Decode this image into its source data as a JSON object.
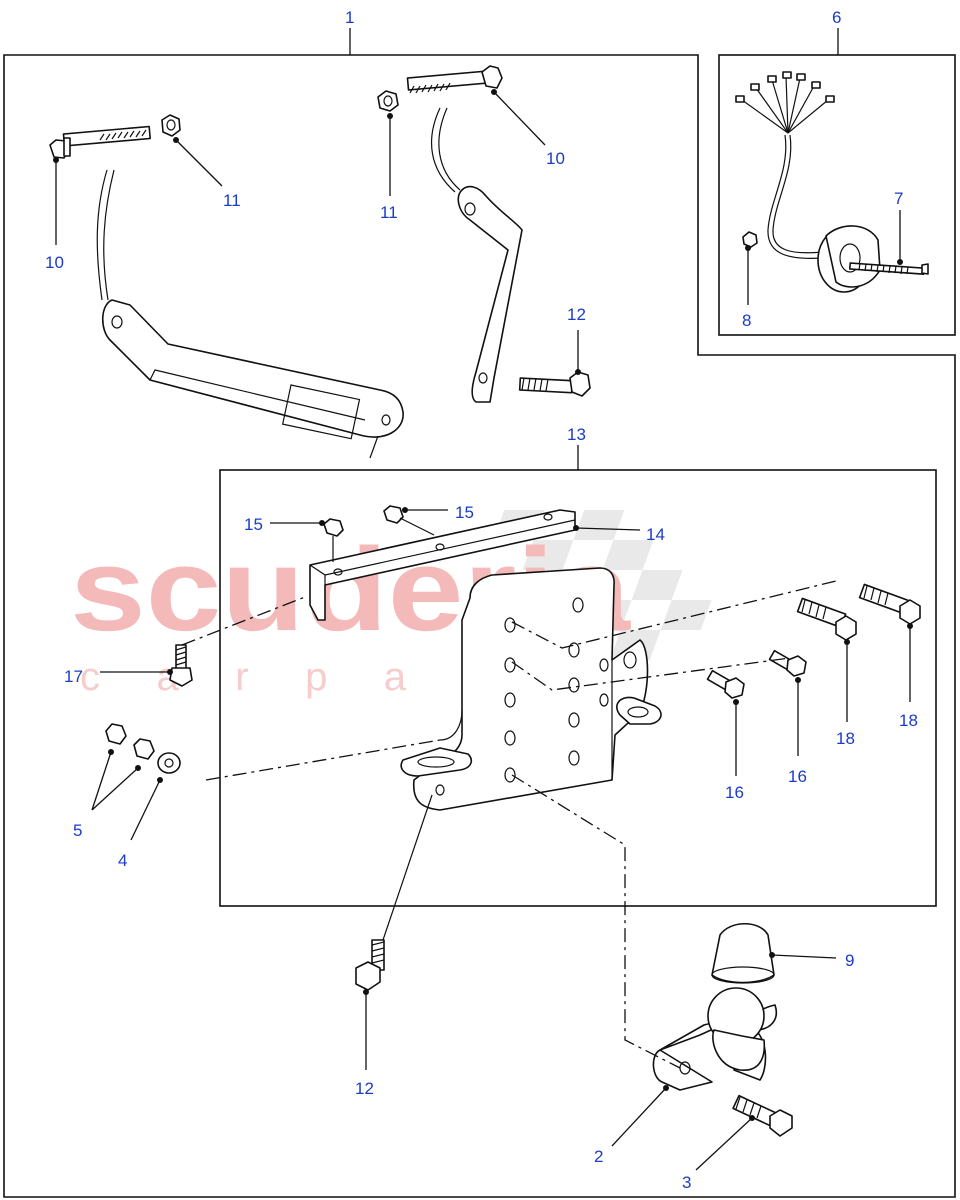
{
  "watermark": {
    "brand": "scuderia",
    "sub": "c a r   p a r t s"
  },
  "callouts": {
    "c1": "1",
    "c2": "2",
    "c3": "3",
    "c4": "4",
    "c5": "5",
    "c6": "6",
    "c7": "7",
    "c8": "8",
    "c9": "9",
    "c10a": "10",
    "c10b": "10",
    "c11a": "11",
    "c11b": "11",
    "c12a": "12",
    "c12b": "12",
    "c13": "13",
    "c14": "14",
    "c15a": "15",
    "c15b": "15",
    "c16a": "16",
    "c16b": "16",
    "c17": "17",
    "c18a": "18",
    "c18b": "18"
  },
  "colors": {
    "callout": "#1a3cc8",
    "line": "#111111",
    "watermark": "#f4b9b9"
  }
}
